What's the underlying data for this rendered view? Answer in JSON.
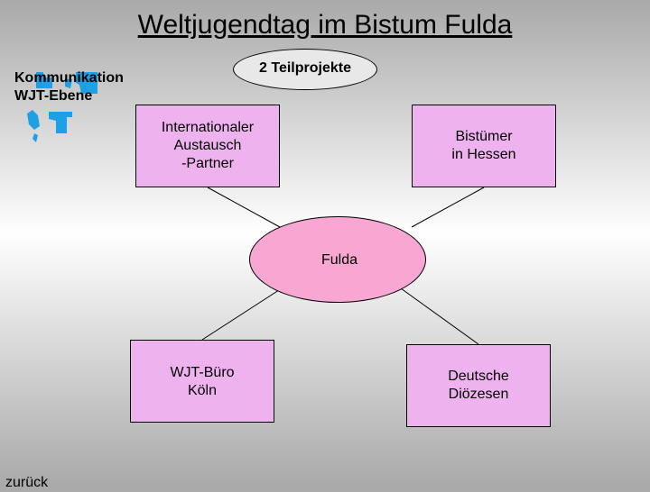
{
  "title": "Weltjugendtag im Bistum Fulda",
  "subtitle": {
    "line1": "Kommunikation",
    "line2": "WJT-Ebene"
  },
  "top_oval": "2 Teilprojekte",
  "hub": "Fulda",
  "boxes": {
    "international": "Internationaler\nAustausch\n-Partner",
    "hessen": "Bistümer\nin Hessen",
    "koeln": "WJT-Büro\nKöln",
    "dioezesen": "Deutsche\nDiözesen"
  },
  "back_link": "zurück",
  "colors": {
    "box_fill": "#eeb3ee",
    "hub_fill": "#f7a7d2",
    "logo": "#1ea0e6"
  }
}
